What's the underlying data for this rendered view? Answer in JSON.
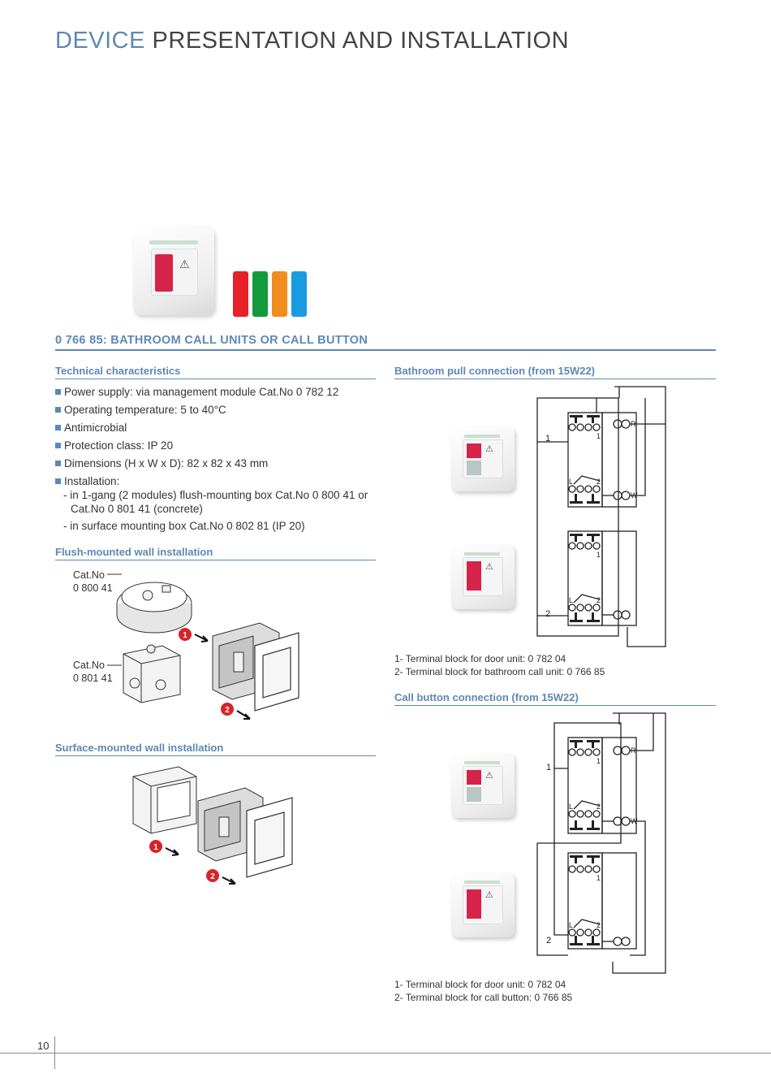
{
  "header": {
    "title_accent": "DEVICE",
    "title_rest": "PRESENTATION AND INSTALLATION"
  },
  "colors": {
    "accent": "#5f88b4",
    "swatches": [
      "#e8202a",
      "#129a3c",
      "#f28c1e",
      "#1a9be0"
    ]
  },
  "product": {
    "title": "0 766 85: BATHROOM CALL UNITS OR CALL BUTTON"
  },
  "technical": {
    "heading": "Technical characteristics",
    "items": [
      "Power supply: via management module Cat.No 0 782 12",
      "Operating temperature: 5 to 40°C",
      "Antimicrobial",
      "Protection class: IP 20",
      "Dimensions (H x W x D): 82 x 82 x 43 mm",
      "Installation:"
    ],
    "installation_sub": [
      "- in 1-gang (2 modules) flush-mounting box Cat.No 0 800 41 or",
      "Cat.No 0 801 41 (concrete)",
      "- in surface mounting box Cat.No 0 802 81 (IP 20)"
    ]
  },
  "flush": {
    "heading": "Flush-mounted wall installation",
    "box1_line1": "Cat.No",
    "box1_line2": "0 800 41",
    "box2_line1": "Cat.No",
    "box2_line2": "0 801 41",
    "step1": "1",
    "step2": "2"
  },
  "surface": {
    "heading": "Surface-mounted wall installation",
    "step1": "1",
    "step2": "2"
  },
  "bathroom_pull": {
    "heading": "Bathroom pull connection (from 15W22)",
    "terminal_R": "R",
    "terminal_W": "W",
    "label_1": "1",
    "label_2": "2",
    "terminal_L": "L",
    "terminal_num2": "2",
    "terminal_num1": "1",
    "legend": [
      "1- Terminal block for door unit: 0 782 04",
      "2- Terminal block for bathroom call unit: 0 766 85"
    ]
  },
  "call_button": {
    "heading": "Call button connection (from 15W22)",
    "terminal_R": "R",
    "terminal_W": "W",
    "label_1": "1",
    "label_2": "2",
    "terminal_L": "L",
    "terminal_num2": "2",
    "terminal_num1": "1",
    "legend": [
      "1- Terminal block for door unit: 0 782 04",
      "2- Terminal block for call button: 0 766 85"
    ]
  },
  "footer": {
    "page_number": "10"
  }
}
